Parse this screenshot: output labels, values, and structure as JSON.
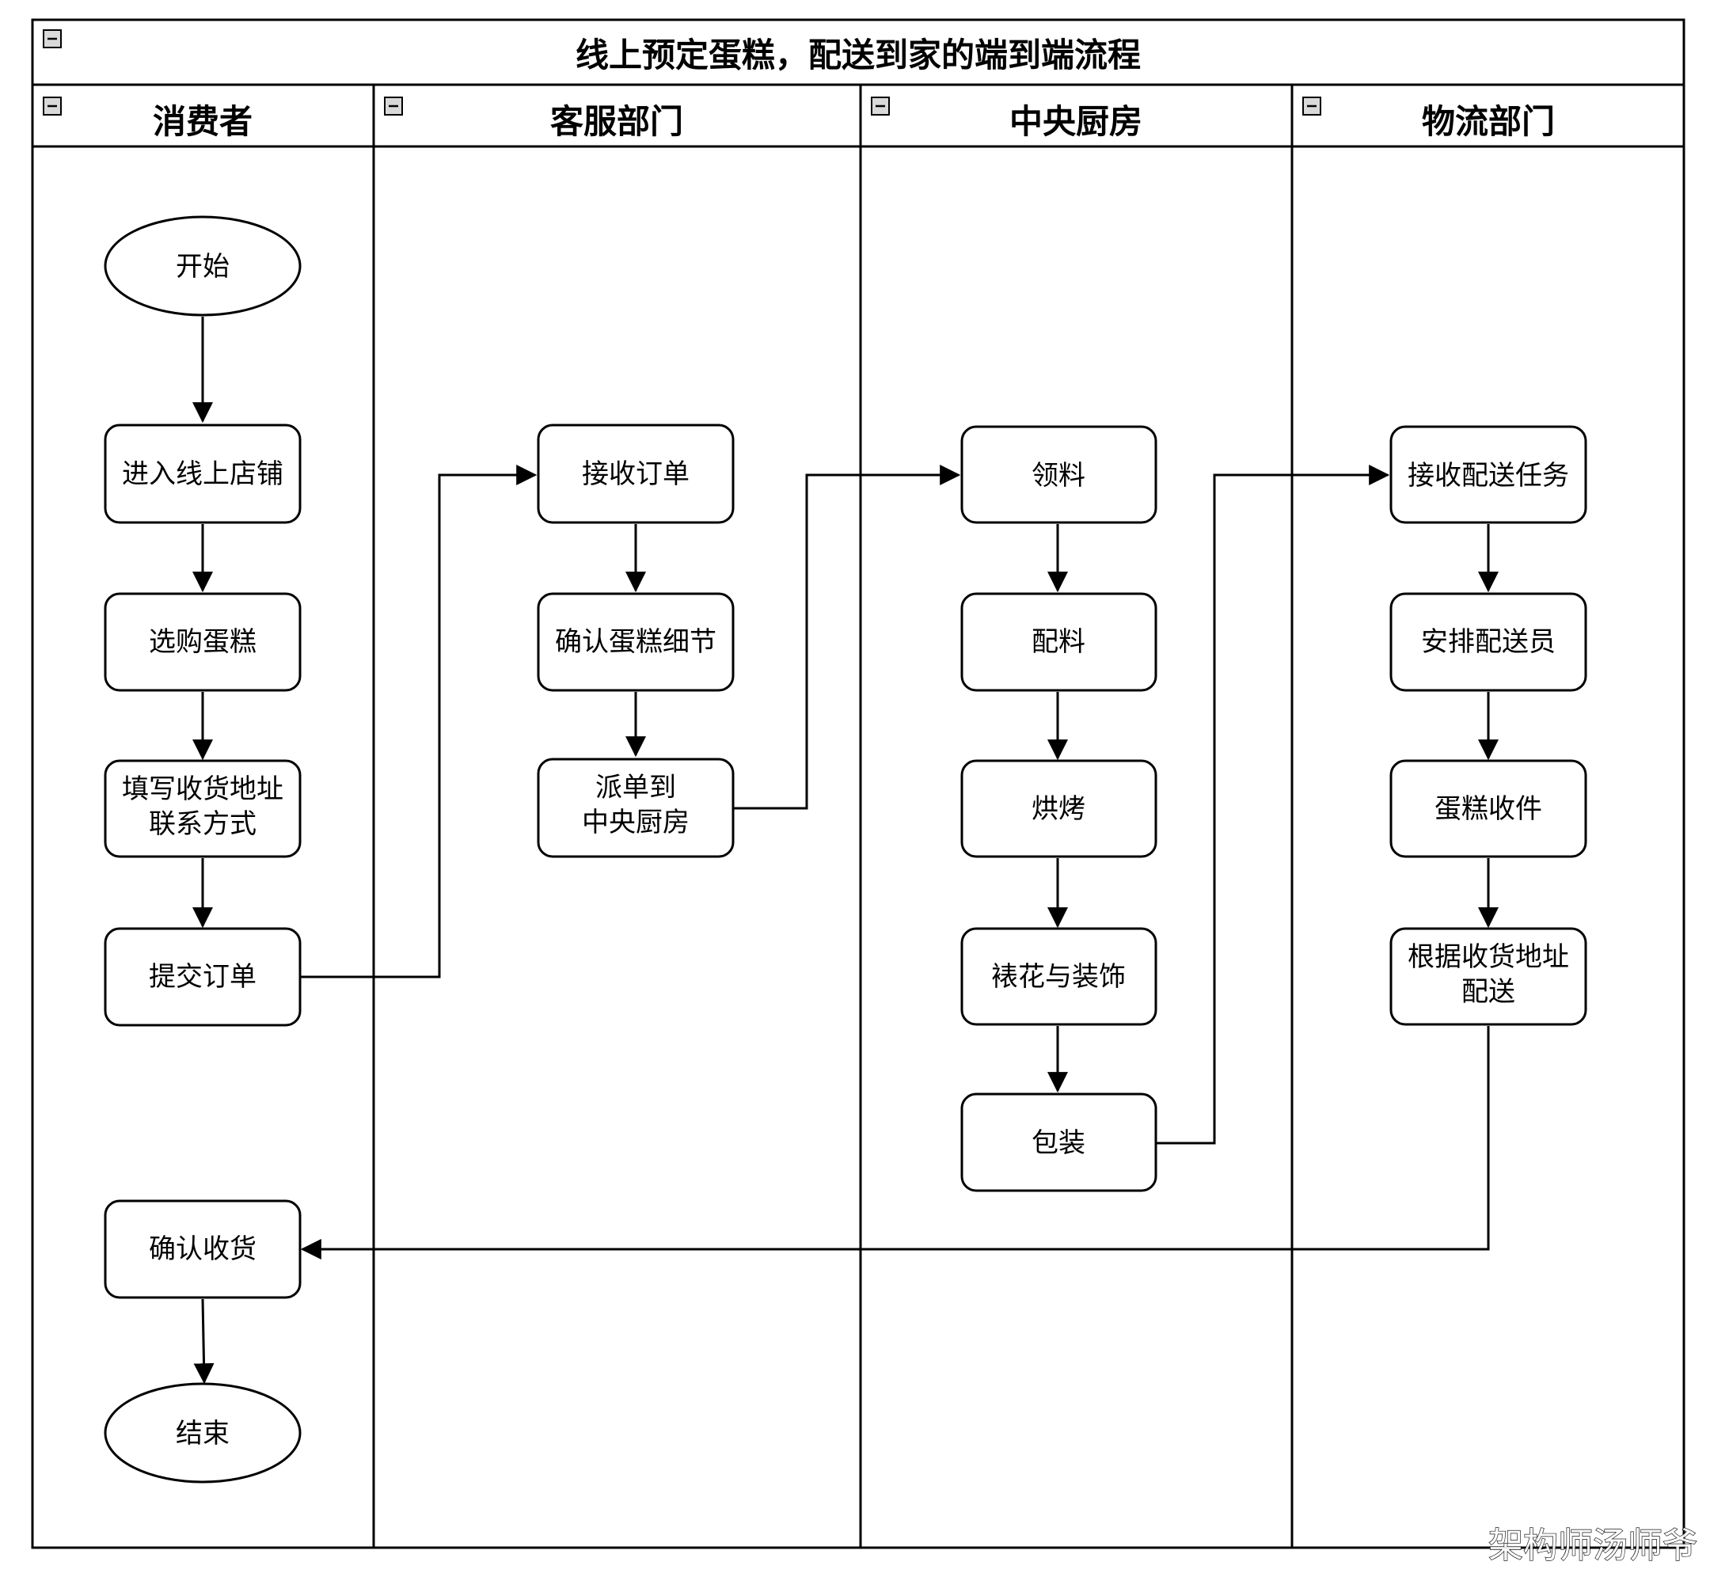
{
  "title": "线上预定蛋糕，配送到家的端到端流程",
  "lanes": [
    {
      "name": "消费者"
    },
    {
      "name": "客服部门"
    },
    {
      "name": "中央厨房"
    },
    {
      "name": "物流部门"
    }
  ],
  "nodes": {
    "start": "开始",
    "enter_shop": "进入线上店铺",
    "choose_cake": "选购蛋糕",
    "fill_address_1": "填写收货地址",
    "fill_address_2": "联系方式",
    "submit_order": "提交订单",
    "confirm_receipt": "确认收货",
    "end": "结束",
    "receive_order": "接收订单",
    "confirm_details": "确认蛋糕细节",
    "dispatch_1": "派单到",
    "dispatch_2": "中央厨房",
    "get_material": "领料",
    "mix": "配料",
    "bake": "烘烤",
    "decorate": "裱花与装饰",
    "pack": "包装",
    "receive_task": "接收配送任务",
    "assign_courier": "安排配送员",
    "pickup_cake": "蛋糕收件",
    "deliver_1": "根据收货地址",
    "deliver_2": "配送"
  },
  "watermark": "架构师汤师爷",
  "colors": {
    "line": "#000000",
    "fill": "#ffffff",
    "text": "#000000",
    "collapse_icon_fill": "#d9d9d9"
  },
  "icons": {
    "collapse": "minus-square-icon"
  }
}
